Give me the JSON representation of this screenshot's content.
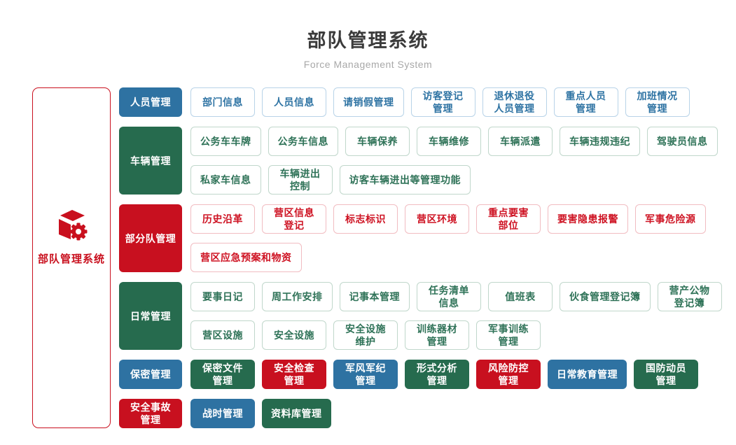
{
  "header": {
    "title": "部队管理系统",
    "subtitle": "Force Management System"
  },
  "sidebar": {
    "label": "部队管理系统",
    "icon": "cube-gear-icon",
    "accent_color": "#c9101e"
  },
  "colors": {
    "blue": "#2e72a2",
    "green": "#266b4e",
    "red": "#c8101f",
    "blue_outline_border": "#b8d3e8",
    "green_outline_border": "#c0d7cb",
    "red_outline_border": "#f1bcc1",
    "title_color": "#3b3b3b",
    "subtitle_color": "#a8a8a8"
  },
  "groups": [
    {
      "id": "personnel",
      "category": {
        "label": "人员管理",
        "color": "blue"
      },
      "item_style": "outline",
      "item_color": "blue",
      "lines": [
        [
          {
            "label": "部门信息"
          },
          {
            "label": "人员信息"
          },
          {
            "label": "请销假管理"
          },
          {
            "label": "访客登记\n管理"
          },
          {
            "label": "退休退役\n人员管理"
          },
          {
            "label": "重点人员\n管理"
          },
          {
            "label": "加班情况\n管理"
          }
        ]
      ]
    },
    {
      "id": "vehicle",
      "category": {
        "label": "车辆管理",
        "color": "green"
      },
      "item_style": "outline",
      "item_color": "green",
      "lines": [
        [
          {
            "label": "公务车车牌"
          },
          {
            "label": "公务车信息"
          },
          {
            "label": "车辆保养"
          },
          {
            "label": "车辆维修"
          },
          {
            "label": "车辆派遣"
          },
          {
            "label": "车辆违规违纪"
          },
          {
            "label": "驾驶员信息"
          }
        ],
        [
          {
            "label": "私家车信息"
          },
          {
            "label": "车辆进出\n控制"
          },
          {
            "label": "访客车辆进出等管理功能"
          }
        ]
      ]
    },
    {
      "id": "subunit",
      "category": {
        "label": "部分队管理",
        "color": "red"
      },
      "item_style": "outline",
      "item_color": "red",
      "lines": [
        [
          {
            "label": "历史沿革"
          },
          {
            "label": "营区信息\n登记"
          },
          {
            "label": "标志标识"
          },
          {
            "label": "营区环境"
          },
          {
            "label": "重点要害\n部位"
          },
          {
            "label": "要害隐患报警"
          },
          {
            "label": "军事危险源"
          }
        ],
        [
          {
            "label": "营区应急预案和物资"
          }
        ]
      ]
    },
    {
      "id": "daily",
      "category": {
        "label": "日常管理",
        "color": "green"
      },
      "item_style": "outline",
      "item_color": "green",
      "lines": [
        [
          {
            "label": "要事日记"
          },
          {
            "label": "周工作安排"
          },
          {
            "label": "记事本管理"
          },
          {
            "label": "任务清单\n信息"
          },
          {
            "label": "值班表"
          },
          {
            "label": "伙食管理登记簿"
          },
          {
            "label": "营产公物\n登记簿"
          }
        ],
        [
          {
            "label": "营区设施"
          },
          {
            "label": "安全设施"
          },
          {
            "label": "安全设施\n维护"
          },
          {
            "label": "训练器材\n管理"
          },
          {
            "label": "军事训练\n管理"
          }
        ]
      ]
    },
    {
      "id": "secrecy",
      "category": {
        "label": "保密管理",
        "color": "blue"
      },
      "item_style": "solid",
      "lines": [
        [
          {
            "label": "保密文件\n管理",
            "color": "green"
          },
          {
            "label": "安全检查\n管理",
            "color": "red"
          },
          {
            "label": "军风军纪\n管理",
            "color": "blue"
          },
          {
            "label": "形式分析\n管理",
            "color": "green"
          },
          {
            "label": "风险防控\n管理",
            "color": "red"
          },
          {
            "label": "日常教育管理",
            "color": "blue"
          },
          {
            "label": "国防动员\n管理",
            "color": "green"
          }
        ]
      ]
    },
    {
      "id": "accident",
      "category": {
        "label": "安全事故\n管理",
        "color": "red"
      },
      "item_style": "solid",
      "lines": [
        [
          {
            "label": "战时管理",
            "color": "blue"
          },
          {
            "label": "资料库管理",
            "color": "green"
          }
        ]
      ]
    }
  ]
}
